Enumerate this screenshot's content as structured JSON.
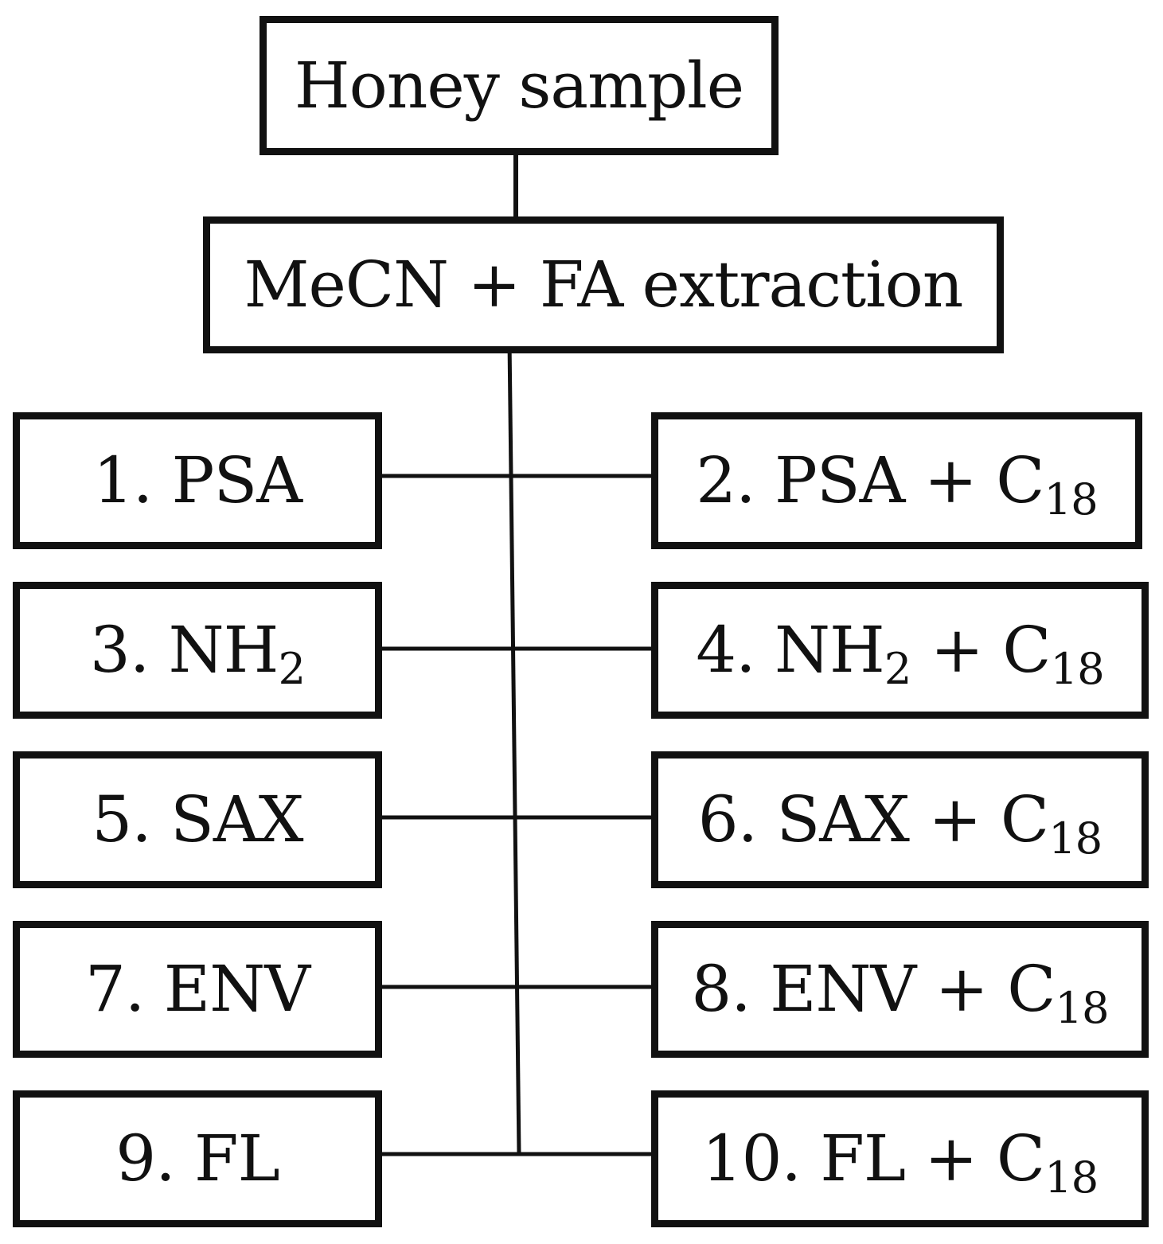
{
  "diagram": {
    "top": {
      "label": "Honey sample"
    },
    "extraction": {
      "label": "MeCN + FA extraction"
    },
    "left": [
      {
        "label": "1. PSA",
        "sub": "",
        "suffix": ""
      },
      {
        "label": "3. NH",
        "sub": "2",
        "suffix": ""
      },
      {
        "label": "5. SAX",
        "sub": "",
        "suffix": ""
      },
      {
        "label": "7. ENV",
        "sub": "",
        "suffix": ""
      },
      {
        "label": "9. FL",
        "sub": "",
        "suffix": ""
      }
    ],
    "right": [
      {
        "label": "2. PSA + C",
        "sub": "18",
        "mid": "",
        "tail": ""
      },
      {
        "label": "4. NH",
        "sub": "2",
        "mid": " + C",
        "tail": "18"
      },
      {
        "label": "6. SAX + C",
        "sub": "18",
        "mid": "",
        "tail": ""
      },
      {
        "label": "8. ENV + C",
        "sub": "18",
        "mid": "",
        "tail": ""
      },
      {
        "label": "10. FL + C",
        "sub": "18",
        "mid": "",
        "tail": ""
      }
    ]
  }
}
